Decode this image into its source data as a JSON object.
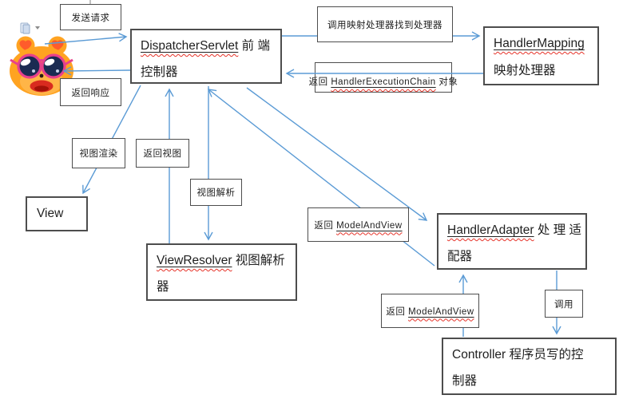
{
  "nodes": {
    "dispatcher": {
      "en": "DispatcherServlet",
      "zh": " 前 端",
      "line2": "控制器"
    },
    "handler_mapping": {
      "en": "HandlerMapping",
      "zh": "",
      "line2": "映射处理器"
    },
    "handler_adapter": {
      "en": "HandlerAdapter",
      "zh": " 处 理 适",
      "line2": "配器"
    },
    "view_resolver": {
      "en": "ViewResolver",
      "zh": " 视图解析",
      "line2": "器"
    },
    "controller": {
      "en": "Controller",
      "zh": " 程序员写的控",
      "line2": "制器"
    },
    "view": {
      "en": "View"
    }
  },
  "labels": {
    "send_request": "发送请求",
    "return_response": "返回响应",
    "call_mapping": "调用映射处理器找到处理器",
    "return_chain_pre": "返回 ",
    "return_chain_en": "HandlerExecutionChain",
    "return_chain_post": " 对象",
    "view_render": "视图渲染",
    "return_view": "返回视图",
    "view_parse": "视图解析",
    "return_mav_pre": "返回 ",
    "return_mav_en": "ModelAndView",
    "call": "调用"
  },
  "icons": {
    "mascot": "hamster-sunglasses-sticker",
    "paste_options": "paste-options-icon",
    "dropdown_glyph": "▾"
  },
  "edges": [
    {
      "from": "client",
      "to": "dispatcher",
      "label": "发送请求"
    },
    {
      "from": "dispatcher",
      "to": "client",
      "label": "返回响应"
    },
    {
      "from": "dispatcher",
      "to": "handler_mapping",
      "label": "调用映射处理器找到处理器"
    },
    {
      "from": "handler_mapping",
      "to": "dispatcher",
      "label": "返回 HandlerExecutionChain 对象"
    },
    {
      "from": "dispatcher",
      "to": "handler_adapter",
      "label": ""
    },
    {
      "from": "handler_adapter",
      "to": "dispatcher",
      "label": "返回 ModelAndView"
    },
    {
      "from": "handler_adapter",
      "to": "controller",
      "label": "调用"
    },
    {
      "from": "controller",
      "to": "handler_adapter",
      "label": "返回 ModelAndView"
    },
    {
      "from": "dispatcher",
      "to": "view_resolver",
      "label": "视图解析"
    },
    {
      "from": "view_resolver",
      "to": "dispatcher",
      "label": "返回视图"
    },
    {
      "from": "dispatcher",
      "to": "view",
      "label": "视图渲染"
    }
  ],
  "colors": {
    "arrow": "#5b9bd5",
    "border": "#4d4d4d",
    "squiggle": "#e63329",
    "mascot_orange": "#ffa321"
  }
}
